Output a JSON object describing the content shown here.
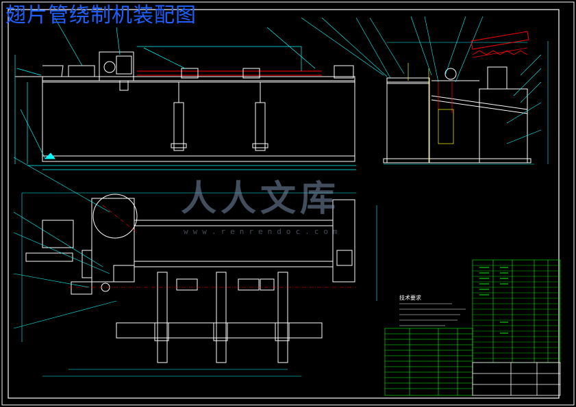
{
  "drawing": {
    "title": "翅片管绕制机装配图",
    "watermark": "人人文库",
    "watermark_url": "www.renrendoc.com",
    "technical_requirements_title": "技术要求",
    "colors": {
      "background": "#000000",
      "frame": "#ffffff",
      "outline": "#ffffff",
      "dimension": "#00ffff",
      "hidden": "#ffff00",
      "section": "#ff0000",
      "table": "#00ff00",
      "title": "#1e5fff"
    }
  }
}
